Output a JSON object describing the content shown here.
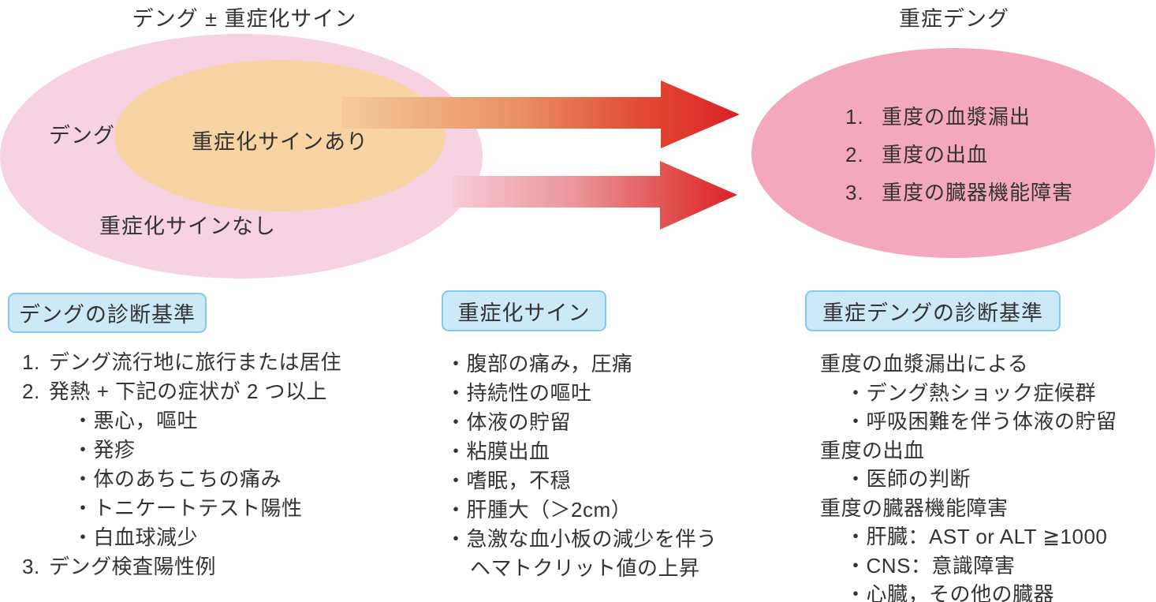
{
  "top": {
    "left_title": "デング ± 重症化サイン",
    "right_title": "重症デング",
    "left_ellipse_label": "デング",
    "inner_ellipse_label": "重症化サインあり",
    "no_sign_label": "重症化サインなし",
    "severe_items": [
      {
        "num": "1.",
        "label": "重度の血漿漏出"
      },
      {
        "num": "2.",
        "label": "重度の出血"
      },
      {
        "num": "3.",
        "label": "重度の臓器機能障害"
      }
    ]
  },
  "sections": [
    {
      "header": "デングの診断基準",
      "lines": [
        {
          "marker": "1.",
          "text": "デング流行地に旅行または居住"
        },
        {
          "marker": "2.",
          "text": "発熱 + 下記の症状が 2 つ以上"
        },
        {
          "marker": "・",
          "text": "悪心，嘔吐"
        },
        {
          "marker": "・",
          "text": "発疹"
        },
        {
          "marker": "・",
          "text": "体のあちこちの痛み"
        },
        {
          "marker": "・",
          "text": "トニケートテスト陽性"
        },
        {
          "marker": "・",
          "text": "白血球減少"
        },
        {
          "marker": "3.",
          "text": "デング検査陽性例"
        }
      ]
    },
    {
      "header": "重症化サイン",
      "lines": [
        {
          "marker": "・",
          "text": "腹部の痛み，圧痛"
        },
        {
          "marker": "・",
          "text": "持続性の嘔吐"
        },
        {
          "marker": "・",
          "text": "体液の貯留"
        },
        {
          "marker": "・",
          "text": "粘膜出血"
        },
        {
          "marker": "・",
          "text": "嗜眠，不穏"
        },
        {
          "marker": "・",
          "text": "肝腫大（＞2cm）"
        },
        {
          "marker": "・",
          "text": "急激な血小板の減少を伴う"
        },
        {
          "marker": "",
          "text": "ヘマトクリット値の上昇"
        }
      ]
    },
    {
      "header": "重症デングの診断基準",
      "lines": [
        {
          "marker": "",
          "text": "重度の血漿漏出による"
        },
        {
          "marker": "・",
          "text": "デング熱ショック症候群"
        },
        {
          "marker": "・",
          "text": "呼吸困難を伴う体液の貯留"
        },
        {
          "marker": "",
          "text": "重度の出血"
        },
        {
          "marker": "・",
          "text": "医師の判断"
        },
        {
          "marker": "",
          "text": "重度の臓器機能障害"
        },
        {
          "marker": "・",
          "text": "肝臓：AST or ALT ≧1000"
        },
        {
          "marker": "・",
          "text": "CNS：意識障害"
        },
        {
          "marker": "・",
          "text": "心臓，その他の臓器"
        }
      ]
    }
  ],
  "colors": {
    "dengue_ellipse": "#F7D2E3",
    "warning_sign_ellipse": "#F7D4A2",
    "severe_dengue_ellipse": "#F3A8BD",
    "header_box_fill": "#CCE9F8",
    "header_box_border": "#85C6EB",
    "arrow_upper_start": "#F5CB9B",
    "arrow_upper_end": "#DB2125",
    "arrow_lower_start": "#F7CBD6",
    "arrow_lower_end": "#DB2126",
    "text": "#333333"
  }
}
